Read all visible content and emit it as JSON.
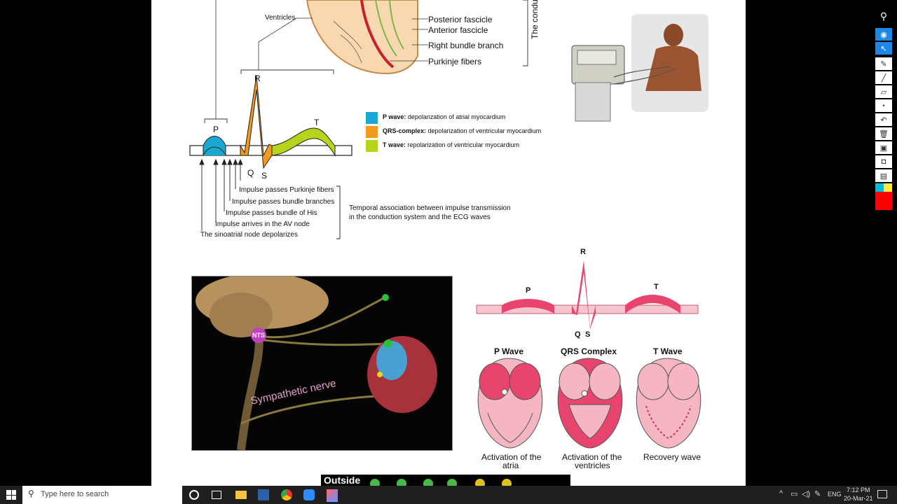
{
  "heart_top": {
    "ventricles_label": "Ventricles",
    "posterior_fascicle": "Posterior fascicle",
    "anterior_fascicle": "Anterior fascicle",
    "right_bundle_branch": "Right bundle branch",
    "purkinje_fibers": "Purkinje fibers",
    "conduction_vertical": "The condu"
  },
  "ecg_top": {
    "p": "P",
    "r": "R",
    "t": "T",
    "q": "Q",
    "s": "S",
    "legend": [
      {
        "bold": "P wave:",
        "text": " depolarization of atrial myocardium",
        "color": "#1aa7d0"
      },
      {
        "bold": "QRS-complex:",
        "text": " depolarization of ventricular myocardium",
        "color": "#f39a1c"
      },
      {
        "bold": "T wave:",
        "text": " repolarization of ventricular myocardium",
        "color": "#b7d31a"
      }
    ],
    "impulses": [
      "Impulse passes Purkinje fibers",
      "Impulse passes bundle branches",
      "Impulse passes bundle of His",
      "Impulse arrives in the AV node",
      "The sinoatrial node depolarizes"
    ],
    "temporal_line1": "Temporal association between impulse transmission",
    "temporal_line2": "in the conduction system and the ECG waves"
  },
  "brain_panel": {
    "nts": "NTS",
    "sympathetic": "Sympathetic nerve"
  },
  "ecg_bottom": {
    "p": "P",
    "r": "R",
    "t": "T",
    "q": "Q",
    "s": "S",
    "p_wave": "P Wave",
    "qrs_complex": "QRS Complex",
    "t_wave": "T Wave",
    "cap1_l1": "Activation of the",
    "cap1_l2": "atria",
    "cap2_l1": "Activation of the",
    "cap2_l2": "ventricles",
    "cap3": "Recovery wave"
  },
  "overlay": {
    "text": "Outside"
  },
  "taskbar": {
    "search_placeholder": "Type here to search",
    "lang": "ENG",
    "time": "7:12 PM",
    "date": "20-Mar-21"
  },
  "colors": {
    "pink": "#e8456e",
    "p_blue": "#1aa7d0",
    "qrs_orange": "#f39a1c",
    "t_green": "#b7d31a",
    "toolbar_blue": "#1e88e5"
  }
}
